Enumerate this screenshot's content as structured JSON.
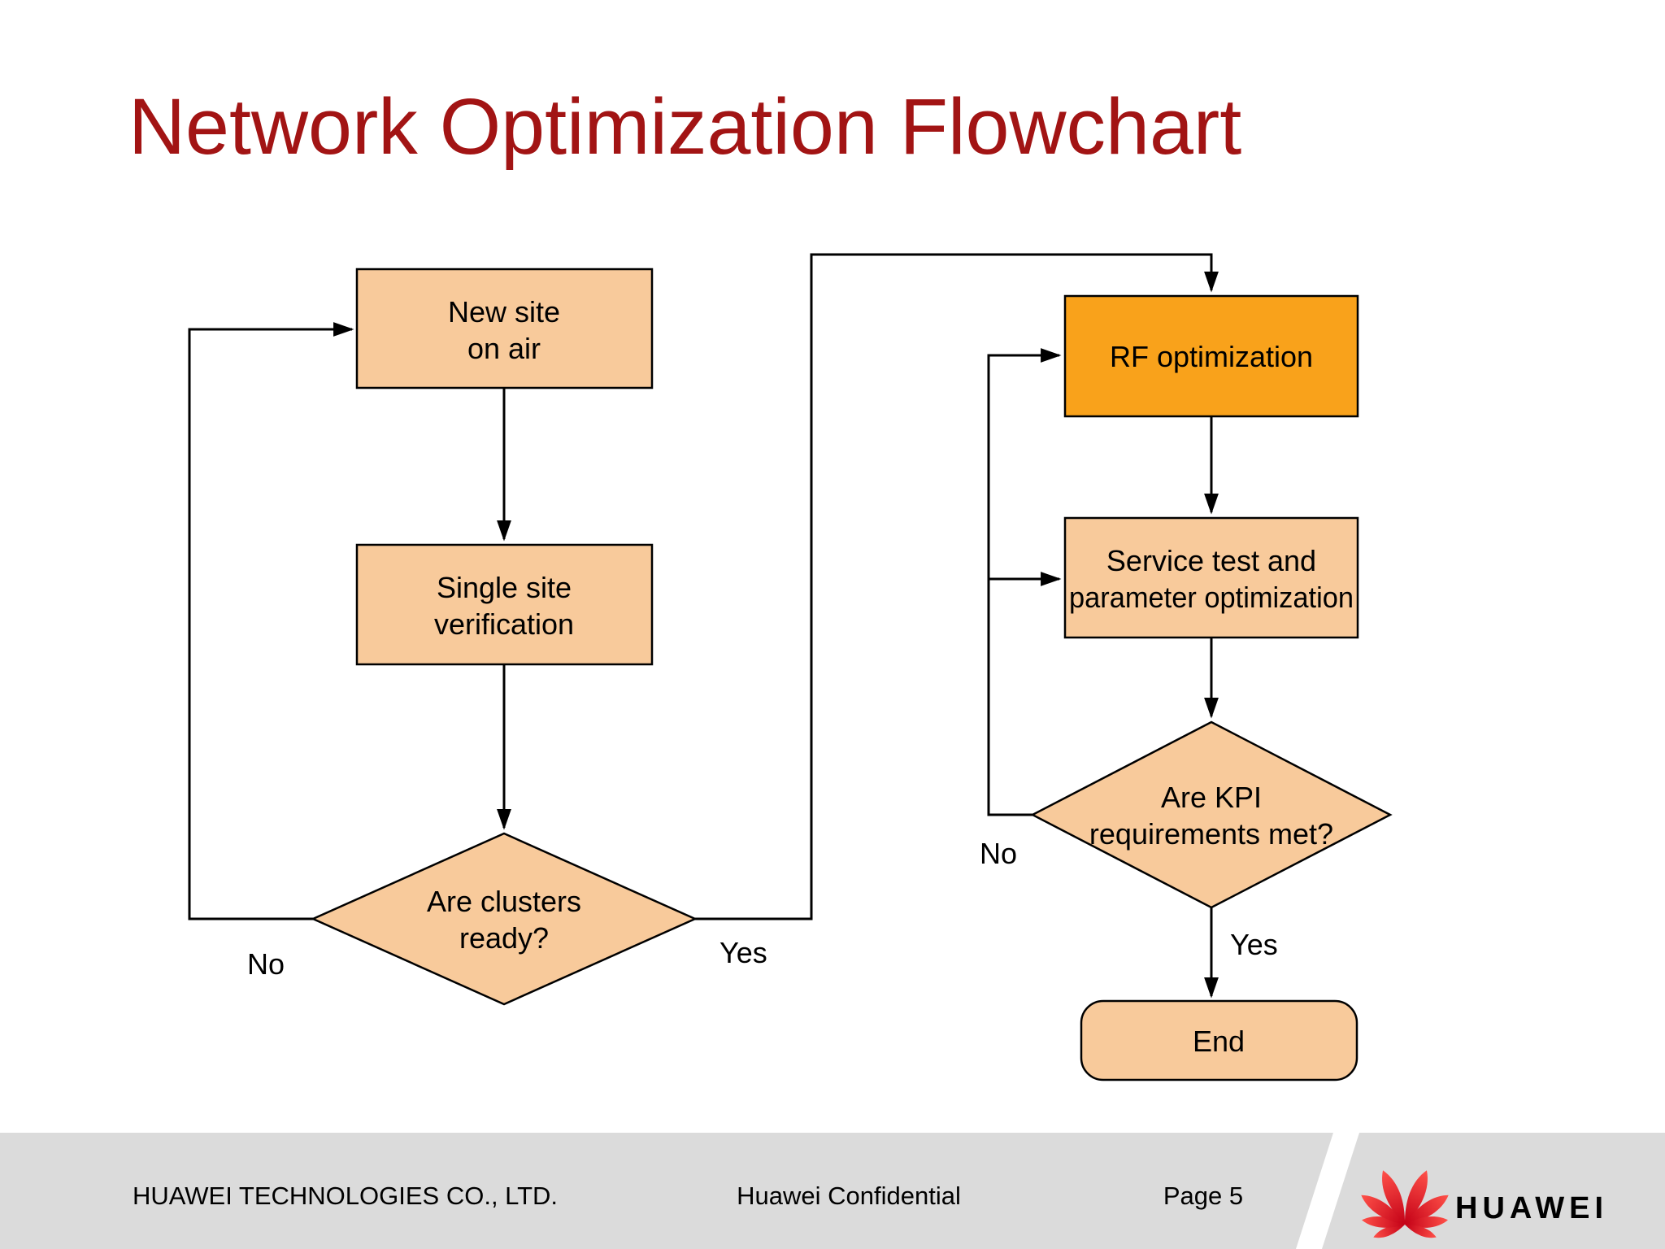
{
  "slide": {
    "title": "Network Optimization Flowchart",
    "title_color": "#A21414",
    "background": "#FFFFFF"
  },
  "flowchart": {
    "colors": {
      "process_fill": "#F8CA9B",
      "highlight_fill": "#F9A21B",
      "stroke": "#000000",
      "text": "#000000"
    },
    "nodes": {
      "new_site": {
        "line1": "New site",
        "line2": "on air"
      },
      "single_site": {
        "line1": "Single site",
        "line2": "verification"
      },
      "clusters_decision": {
        "line1": "Are clusters",
        "line2": "ready?"
      },
      "rf_optimization": {
        "label": "RF optimization"
      },
      "service_test": {
        "line1": "Service test and",
        "line2": "parameter optimization"
      },
      "kpi_decision": {
        "line1": "Are KPI",
        "line2": "requirements met?"
      },
      "end_node": {
        "label": "End"
      }
    },
    "edge_labels": {
      "clusters_no": "No",
      "clusters_yes": "Yes",
      "kpi_no": "No",
      "kpi_yes": "Yes"
    }
  },
  "footer": {
    "company": "HUAWEI TECHNOLOGIES CO., LTD.",
    "confidential": "Huawei Confidential",
    "page": "Page 5",
    "band_color": "#DBDBDB",
    "logo": {
      "text": "HUAWEI",
      "red_light": "#FF5149",
      "red_dark": "#C30016"
    }
  }
}
